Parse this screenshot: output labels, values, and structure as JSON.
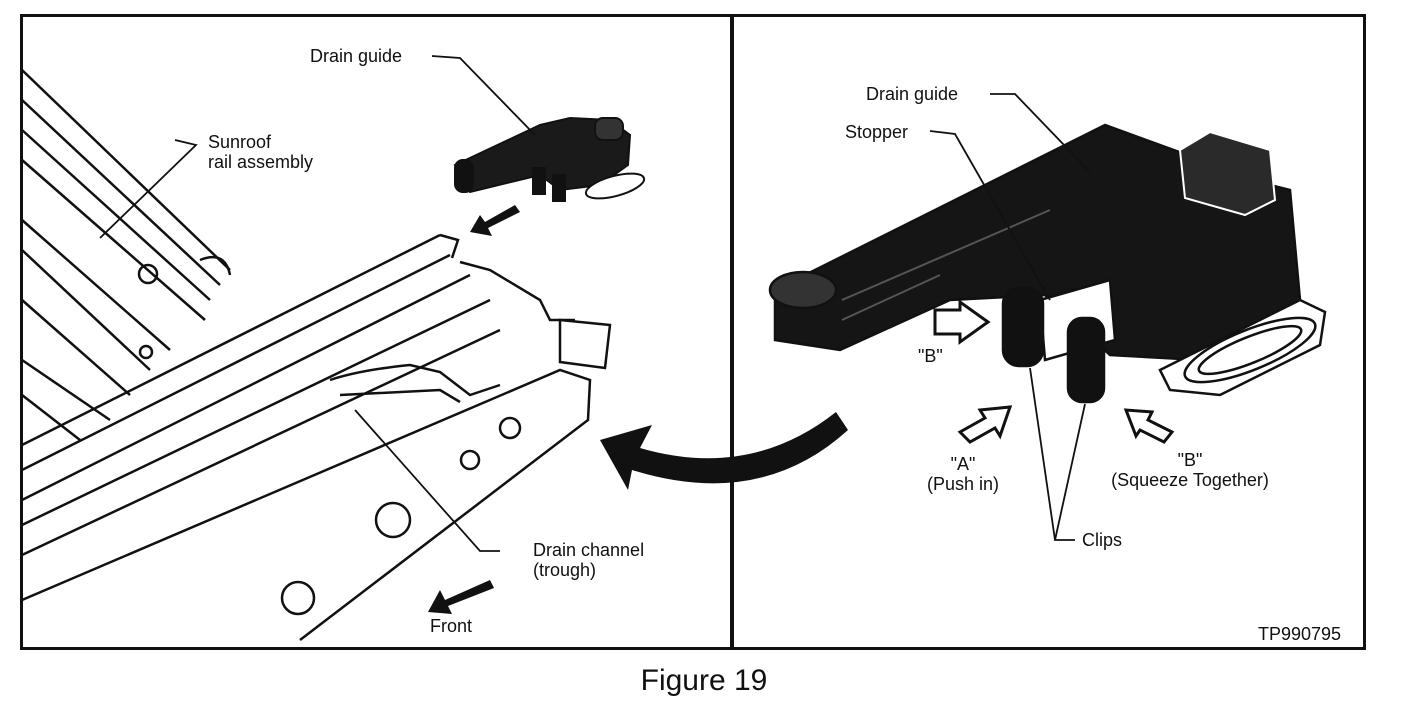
{
  "left_panel": {
    "drain_guide": "Drain guide",
    "sunroof_rail_line1": "Sunroof",
    "sunroof_rail_line2": "rail assembly",
    "drain_channel_line1": "Drain channel",
    "drain_channel_line2": "(trough)",
    "front": "Front"
  },
  "right_panel": {
    "drain_guide": "Drain guide",
    "stopper": "Stopper",
    "b_left": "\"B\"",
    "a_line1": "\"A\"",
    "a_line2": "(Push in)",
    "b_right_line1": "\"B\"",
    "b_right_line2": "(Squeeze Together)",
    "clips": "Clips",
    "code": "TP990795"
  },
  "caption": "Figure 19"
}
